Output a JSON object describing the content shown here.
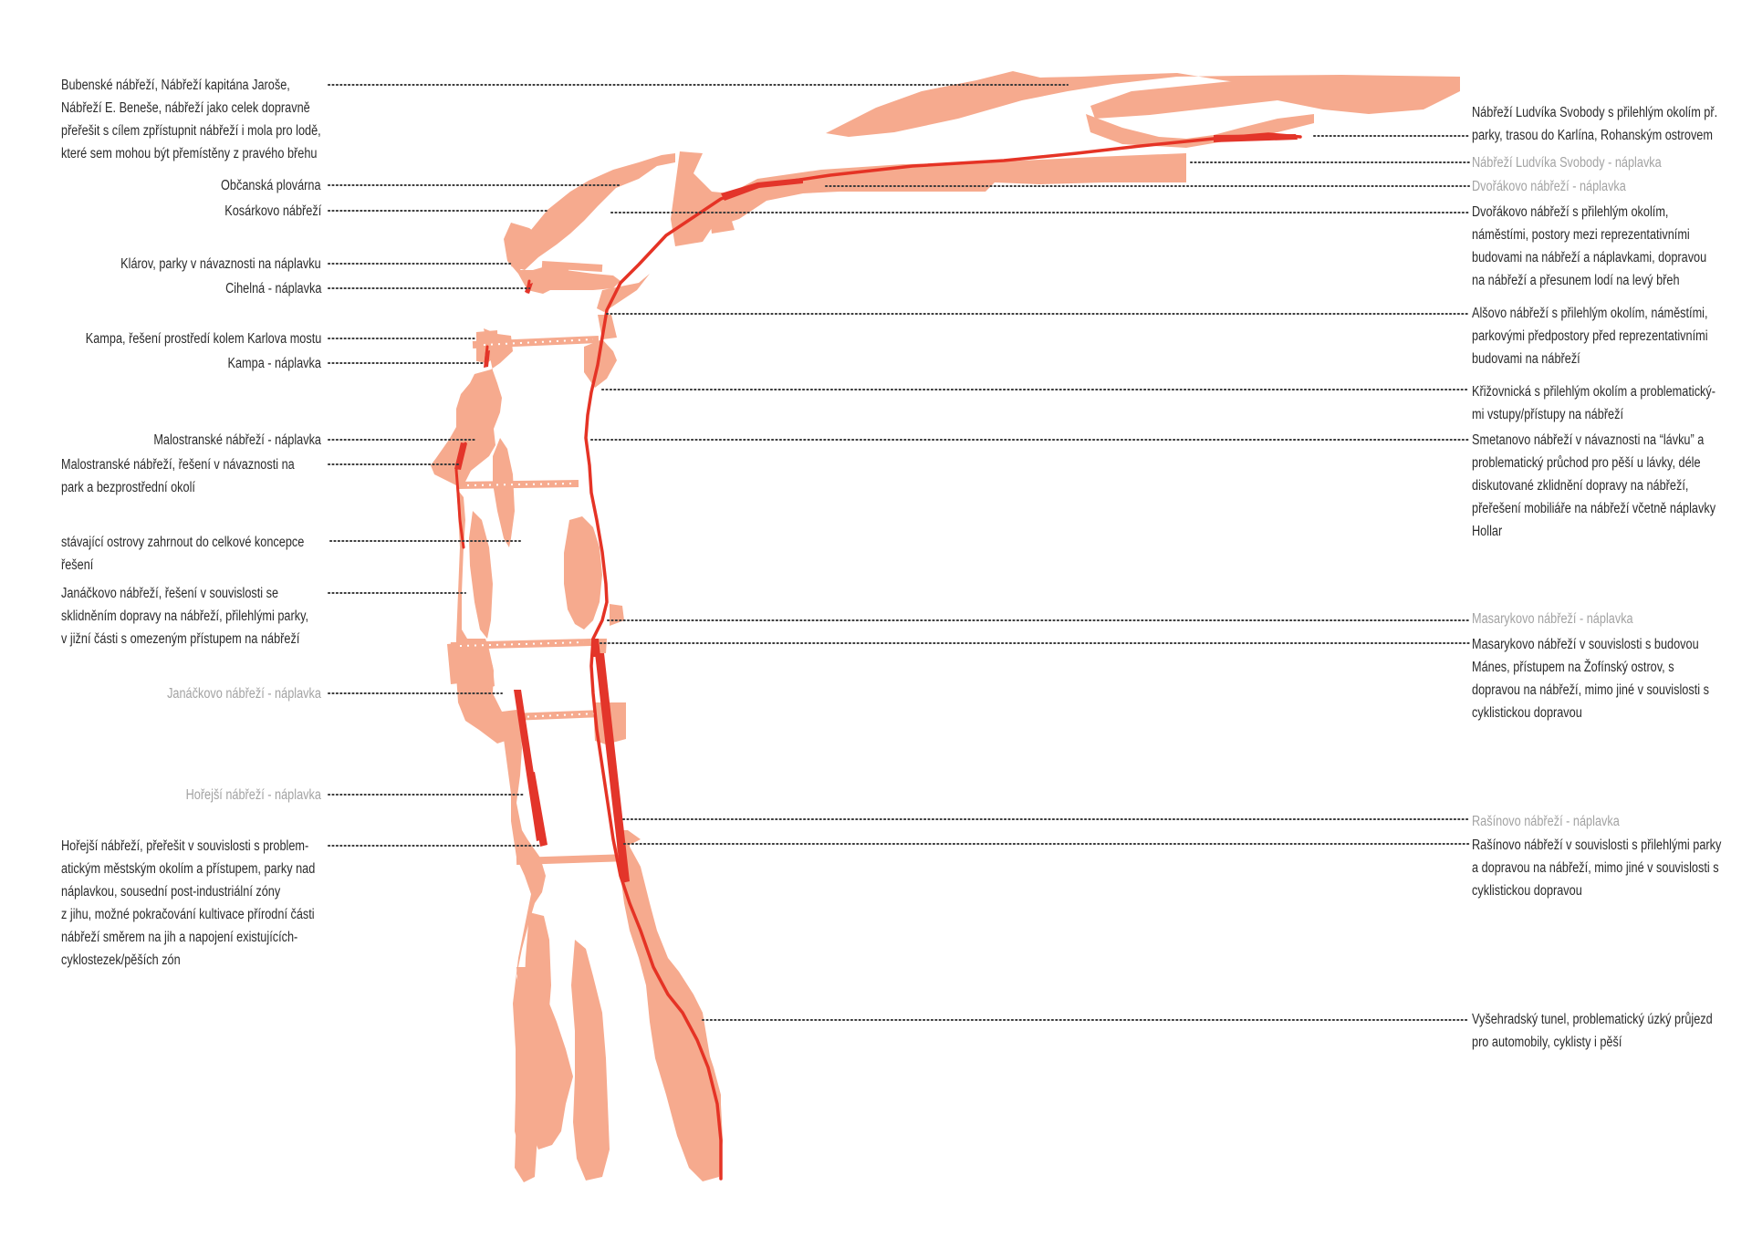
{
  "colors": {
    "land": "#f6aa8e",
    "embankment": "#e53325",
    "text": "#2b2b2b",
    "muted_text": "#a3a3a3"
  },
  "labels_left": [
    {
      "id": "bubenske",
      "lines": [
        "Bubenské nábřeží, Nábřeží kapitána Jaroše,",
        "Nábřeží E. Beneše, nábřeží jako celek dopravně",
        "přeřešit s cílem zpřístupnit nábřeží i mola pro lodě,",
        "které sem mohou být přemístěny z pravého břehu"
      ],
      "muted": false
    },
    {
      "id": "obcanska",
      "lines": [
        "Občanská plovárna"
      ],
      "muted": false
    },
    {
      "id": "kosarkovo",
      "lines": [
        "Kosárkovo nábřeží"
      ],
      "muted": false
    },
    {
      "id": "klarov",
      "lines": [
        "Klárov, parky v návaznosti na náplavku"
      ],
      "muted": false
    },
    {
      "id": "cihelna",
      "lines": [
        "Cihelná - náplavka"
      ],
      "muted": false
    },
    {
      "id": "kampa",
      "lines": [
        "Kampa, řešení prostředí kolem Karlova mostu"
      ],
      "muted": false
    },
    {
      "id": "kampa-naplavka",
      "lines": [
        "Kampa - náplavka"
      ],
      "muted": false
    },
    {
      "id": "malostranske-naplavka",
      "lines": [
        "Malostranské nábřeží - náplavka"
      ],
      "muted": false
    },
    {
      "id": "malostranske",
      "lines": [
        "Malostranské nábřeží, řešení v návaznosti na",
        "park a bezprostřední okolí"
      ],
      "muted": false
    },
    {
      "id": "ostrovy",
      "lines": [
        "stávající ostrovy zahrnout do celkové koncepce",
        "řešení"
      ],
      "muted": false
    },
    {
      "id": "janackovo",
      "lines": [
        "Janáčkovo nábřeží, řešení v souvislosti se",
        "sklidněním dopravy na nábřeží, přilehlými parky,",
        "v jižní části s omezeným přístupem na nábřeží"
      ],
      "muted": false
    },
    {
      "id": "janackovo-naplavka",
      "lines": [
        "Janáčkovo nábřeží - náplavka"
      ],
      "muted": true
    },
    {
      "id": "horejsi-naplavka",
      "lines": [
        "Hořejší nábřeží - náplavka"
      ],
      "muted": true
    },
    {
      "id": "horejsi",
      "lines": [
        "Hořejší nábřeží, přeřešit v souvislosti s problem-",
        "atickým městským okolím a přístupem, parky nad",
        "náplavkou, sousední post-industriální zóny",
        "z jihu, možné pokračování kultivace přírodní části",
        "nábřeží směrem na jih a napojení existujících-",
        "cyklostezek/pěších zón"
      ],
      "muted": false
    }
  ],
  "labels_right": [
    {
      "id": "svobody",
      "lines": [
        "Nábřeží Ludvíka Svobody s přilehlým okolím př.",
        "parky, trasou do Karlína, Rohanským ostrovem"
      ],
      "muted": false
    },
    {
      "id": "svobody-naplavka",
      "lines": [
        "Nábřeží Ludvíka Svobody - náplavka"
      ],
      "muted": true
    },
    {
      "id": "dvorakovo-naplavka",
      "lines": [
        "Dvořákovo nábřeží - náplavka"
      ],
      "muted": true
    },
    {
      "id": "dvorakovo",
      "lines": [
        "Dvořákovo nábřeží s přilehlým okolím,",
        "náměstími, postory mezi reprezentativními",
        "budovami na nábřeží a náplavkami, dopravou",
        "na nábřeží a přesunem lodí na levý břeh"
      ],
      "muted": false
    },
    {
      "id": "alsovo",
      "lines": [
        "Alšovo nábřeží s přilehlým okolím, náměstími,",
        "parkovými předpostory před reprezentativními",
        "budovami na nábřeží"
      ],
      "muted": false
    },
    {
      "id": "krizovnicka",
      "lines": [
        "Křižovnická s přilehlým okolím a problematický-",
        "mi vstupy/přístupy na nábřeží"
      ],
      "muted": false
    },
    {
      "id": "smetanovo",
      "lines": [
        "Smetanovo nábřeží v návaznosti na “lávku” a",
        "problematický průchod pro pěší u lávky, déle",
        "diskutované zklidnění dopravy na nábřeží,",
        "přeřešení mobiliáře na nábřeží včetně náplavky",
        "Hollar"
      ],
      "muted": false
    },
    {
      "id": "masarykovo-naplavka",
      "lines": [
        "Masarykovo nábřeží - náplavka"
      ],
      "muted": true
    },
    {
      "id": "masarykovo",
      "lines": [
        "Masarykovo nábřeží v souvislosti s budovou",
        "Mánes, přístupem na Žofínský ostrov, s",
        "dopravou na nábřeží, mimo jiné v souvislosti s",
        "cyklistickou dopravou"
      ],
      "muted": false
    },
    {
      "id": "rasinovo-naplavka",
      "lines": [
        "Rašínovo nábřeží - náplavka"
      ],
      "muted": true
    },
    {
      "id": "rasinovo",
      "lines": [
        "Rašínovo nábřeží v souvislosti s přilehlými parky",
        "a dopravou na nábřeží, mimo jiné v souvislosti s",
        "cyklistickou dopravou"
      ],
      "muted": false
    },
    {
      "id": "vysehradsky",
      "lines": [
        "Vyšehradský tunel, problematický úzký průjezd",
        "pro automobily, cyklisty i pěší"
      ],
      "muted": false
    }
  ]
}
